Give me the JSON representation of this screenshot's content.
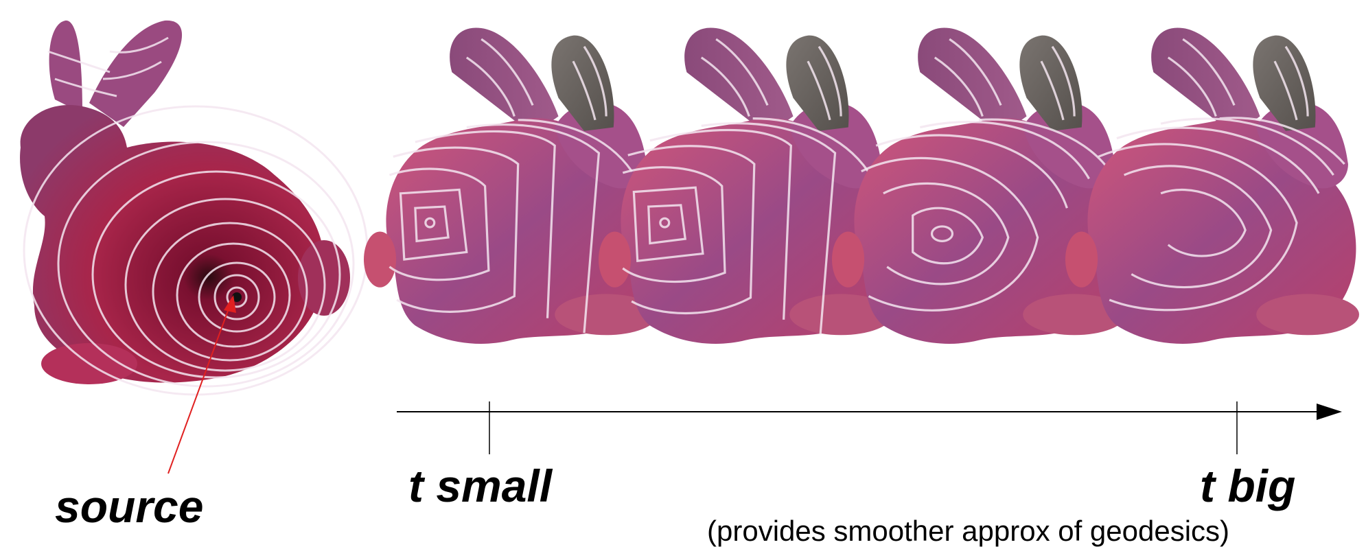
{
  "labels": {
    "source": "source",
    "t_small": "t small",
    "t_big": "t big",
    "note": "(provides smoother approx of geodesics)"
  },
  "colors": {
    "mesh_dark": "#7a1030",
    "mesh_mid": "#b2305a",
    "mesh_light": "#d86a8a",
    "mesh_purple": "#8c4a86",
    "ear_gray": "#6b6560",
    "isoline": "#f4e6f0",
    "arrow": "#000000",
    "pointer": "#e02020"
  },
  "figure": {
    "bunnies": [
      {
        "name": "source-bunny",
        "kind": "source"
      },
      {
        "name": "bunny-1",
        "kind": "heat"
      },
      {
        "name": "bunny-2",
        "kind": "heat"
      },
      {
        "name": "bunny-3",
        "kind": "heat"
      },
      {
        "name": "bunny-4",
        "kind": "heat"
      }
    ]
  }
}
